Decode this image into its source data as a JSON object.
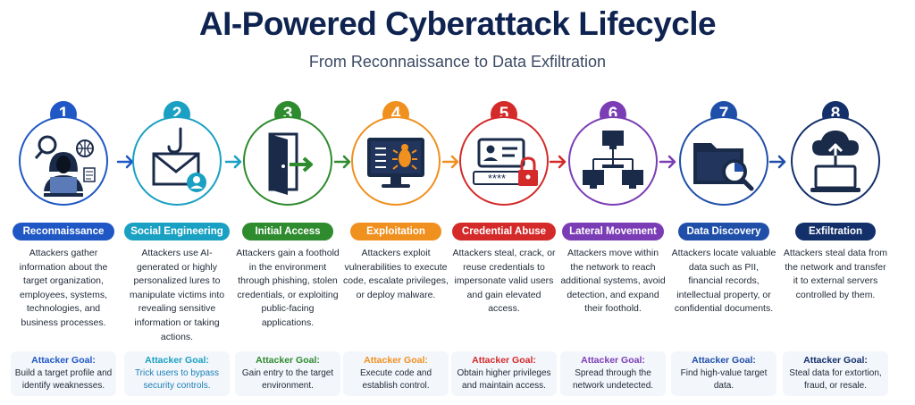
{
  "title": "AI-Powered Cyberattack Lifecycle",
  "subtitle": "From Reconnaissance to Data Exfiltration",
  "stages": [
    {
      "num": "1",
      "label": "Reconnaissance",
      "color": "#1f57c5",
      "icon": "hacker-laptop-icon",
      "desc": "Attackers gather information about the target organization, employees, systems, technologies, and business processes.",
      "goal_title": "Attacker Goal:",
      "goal_text": "Build a target profile and identify weaknesses."
    },
    {
      "num": "2",
      "label": "Social Engineering",
      "color": "#1aa0c2",
      "icon": "phishing-envelope-icon",
      "desc": "Attackers use AI-generated or highly personalized lures to manipulate victims into revealing sensitive information or taking actions.",
      "goal_title": "Attacker Goal:",
      "goal_text": "Trick users to bypass security controls."
    },
    {
      "num": "3",
      "label": "Initial Access",
      "color": "#2e8b2e",
      "icon": "door-entry-icon",
      "desc": "Attackers gain a foothold in the environment through phishing, stolen credentials, or exploiting public-facing applications.",
      "goal_title": "Attacker Goal:",
      "goal_text": "Gain entry to the target environment."
    },
    {
      "num": "4",
      "label": "Exploitation",
      "color": "#f0901e",
      "icon": "bug-monitor-icon",
      "desc": "Attackers exploit vulnerabilities to execute code, escalate privileges, or deploy malware.",
      "goal_title": "Attacker Goal:",
      "goal_text": "Execute code and establish control."
    },
    {
      "num": "5",
      "label": "Credential Abuse",
      "color": "#d42a2a",
      "icon": "credential-lock-icon",
      "desc": "Attackers steal, crack, or reuse credentials to impersonate valid users and gain elevated access.",
      "goal_title": "Attacker Goal:",
      "goal_text": "Obtain higher privileges and maintain access."
    },
    {
      "num": "6",
      "label": "Lateral Movement",
      "color": "#7b3db5",
      "icon": "network-nodes-icon",
      "desc": "Attackers move within the network to reach additional systems, avoid detection, and expand their foothold.",
      "goal_title": "Attacker Goal:",
      "goal_text": "Spread through the network undetected."
    },
    {
      "num": "7",
      "label": "Data Discovery",
      "color": "#1f4fa8",
      "icon": "folder-search-icon",
      "desc": "Attackers locate valuable data such as PII, financial records, intellectual property, or confidential documents.",
      "goal_title": "Attacker Goal:",
      "goal_text": "Find high-value target data."
    },
    {
      "num": "8",
      "label": "Exfiltration",
      "color": "#13306b",
      "icon": "cloud-upload-icon",
      "desc": "Attackers steal data from the network and transfer it to external servers controlled by them.",
      "goal_title": "Attacker Goal:",
      "goal_text": "Steal data for extortion, fraud, or resale."
    }
  ]
}
